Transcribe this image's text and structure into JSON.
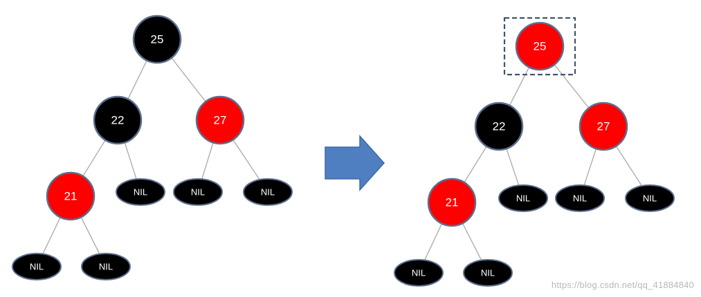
{
  "trees": [
    {
      "name": "before",
      "nodes": [
        {
          "id": "a25",
          "label": "25",
          "color": "black"
        },
        {
          "id": "a22",
          "label": "22",
          "color": "black"
        },
        {
          "id": "a27",
          "label": "27",
          "color": "red"
        },
        {
          "id": "a21",
          "label": "21",
          "color": "red"
        },
        {
          "id": "an1",
          "label": "NIL",
          "color": "nil"
        },
        {
          "id": "an2",
          "label": "NIL",
          "color": "nil"
        },
        {
          "id": "an3",
          "label": "NIL",
          "color": "nil"
        },
        {
          "id": "an4",
          "label": "NIL",
          "color": "nil"
        },
        {
          "id": "an5",
          "label": "NIL",
          "color": "nil"
        }
      ],
      "edges": [
        [
          "a25",
          "a22"
        ],
        [
          "a25",
          "a27"
        ],
        [
          "a22",
          "a21"
        ],
        [
          "a22",
          "an1"
        ],
        [
          "a27",
          "an2"
        ],
        [
          "a27",
          "an3"
        ],
        [
          "a21",
          "an4"
        ],
        [
          "a21",
          "an5"
        ]
      ]
    },
    {
      "name": "after",
      "nodes": [
        {
          "id": "b25",
          "label": "25",
          "color": "red",
          "highlighted": true
        },
        {
          "id": "b22",
          "label": "22",
          "color": "black"
        },
        {
          "id": "b27",
          "label": "27",
          "color": "red"
        },
        {
          "id": "b21",
          "label": "21",
          "color": "red"
        },
        {
          "id": "bn1",
          "label": "NIL",
          "color": "nil"
        },
        {
          "id": "bn2",
          "label": "NIL",
          "color": "nil"
        },
        {
          "id": "bn3",
          "label": "NIL",
          "color": "nil"
        },
        {
          "id": "bn4",
          "label": "NIL",
          "color": "nil"
        },
        {
          "id": "bn5",
          "label": "NIL",
          "color": "nil"
        }
      ],
      "edges": [
        [
          "b25",
          "b22"
        ],
        [
          "b25",
          "b27"
        ],
        [
          "b22",
          "b21"
        ],
        [
          "b22",
          "bn1"
        ],
        [
          "b27",
          "bn2"
        ],
        [
          "b27",
          "bn3"
        ],
        [
          "b21",
          "bn4"
        ],
        [
          "b21",
          "bn5"
        ]
      ]
    }
  ],
  "colors": {
    "black_node": "#000000",
    "red_node": "#ff0000",
    "node_border": "#5b6f8e",
    "edge": "#a8a8a8",
    "arrow": "#4f7fc0",
    "highlight_box": "#3e556f"
  },
  "arrow": {
    "direction": "right",
    "icon": "right-arrow-icon"
  },
  "watermark": "https://blog.csdn.net/qq_41884840"
}
